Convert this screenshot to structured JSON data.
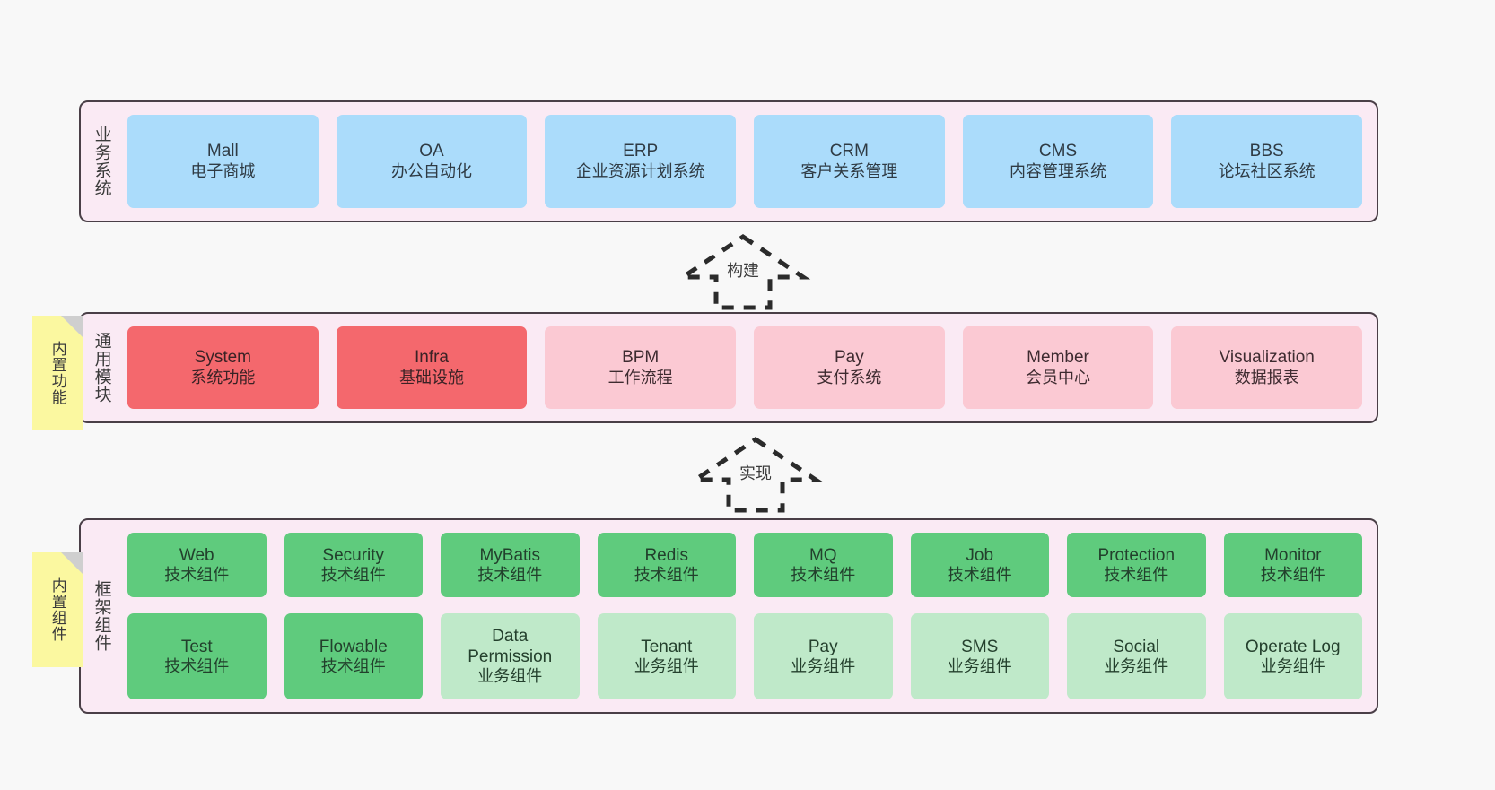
{
  "diagram": {
    "background_color": "#f8f8f8",
    "panel_color": "#faeaf4",
    "panel_border_color": "#4a3f47"
  },
  "layers": [
    {
      "id": "business-systems",
      "label": "业务系统",
      "card_color": "#abdcfb",
      "rows": [
        [
          {
            "title": "Mall",
            "subtitle": "电子商城"
          },
          {
            "title": "OA",
            "subtitle": "办公自动化"
          },
          {
            "title": "ERP",
            "subtitle": "企业资源计划系统"
          },
          {
            "title": "CRM",
            "subtitle": "客户关系管理"
          },
          {
            "title": "CMS",
            "subtitle": "内容管理系统"
          },
          {
            "title": "BBS",
            "subtitle": "论坛社区系统"
          }
        ]
      ]
    },
    {
      "id": "common-modules",
      "label": "通用模块",
      "sticky": "内置功能",
      "sticky_color": "#fbf8a0",
      "rows": [
        [
          {
            "title": "System",
            "subtitle": "系统功能",
            "style": "c-red"
          },
          {
            "title": "Infra",
            "subtitle": "基础设施",
            "style": "c-red"
          },
          {
            "title": "BPM",
            "subtitle": "工作流程",
            "style": "c-pink"
          },
          {
            "title": "Pay",
            "subtitle": "支付系统",
            "style": "c-pink"
          },
          {
            "title": "Member",
            "subtitle": "会员中心",
            "style": "c-pink"
          },
          {
            "title": "Visualization",
            "subtitle": "数据报表",
            "style": "c-pink"
          }
        ]
      ]
    },
    {
      "id": "framework-components",
      "label": "框架组件",
      "sticky": "内置组件",
      "sticky_color": "#fbf8a0",
      "rows": [
        [
          {
            "title": "Web",
            "subtitle": "技术组件",
            "style": "c-green"
          },
          {
            "title": "Security",
            "subtitle": "技术组件",
            "style": "c-green"
          },
          {
            "title": "MyBatis",
            "subtitle": "技术组件",
            "style": "c-green"
          },
          {
            "title": "Redis",
            "subtitle": "技术组件",
            "style": "c-green"
          },
          {
            "title": "MQ",
            "subtitle": "技术组件",
            "style": "c-green"
          },
          {
            "title": "Job",
            "subtitle": "技术组件",
            "style": "c-green"
          },
          {
            "title": "Protection",
            "subtitle": "技术组件",
            "style": "c-green"
          },
          {
            "title": "Monitor",
            "subtitle": "技术组件",
            "style": "c-green"
          }
        ],
        [
          {
            "title": "Test",
            "subtitle": "技术组件",
            "style": "c-green"
          },
          {
            "title": "Flowable",
            "subtitle": "技术组件",
            "style": "c-green"
          },
          {
            "title": "Data Permission",
            "subtitle": "业务组件",
            "style": "c-mint"
          },
          {
            "title": "Tenant",
            "subtitle": "业务组件",
            "style": "c-mint"
          },
          {
            "title": "Pay",
            "subtitle": "业务组件",
            "style": "c-mint"
          },
          {
            "title": "SMS",
            "subtitle": "业务组件",
            "style": "c-mint"
          },
          {
            "title": "Social",
            "subtitle": "业务组件",
            "style": "c-mint"
          },
          {
            "title": "Operate Log",
            "subtitle": "业务组件",
            "style": "c-mint"
          }
        ]
      ]
    }
  ],
  "arrows": [
    {
      "id": "arrow-build",
      "label": "构建",
      "direction": "up"
    },
    {
      "id": "arrow-implement",
      "label": "实现",
      "direction": "up"
    }
  ]
}
